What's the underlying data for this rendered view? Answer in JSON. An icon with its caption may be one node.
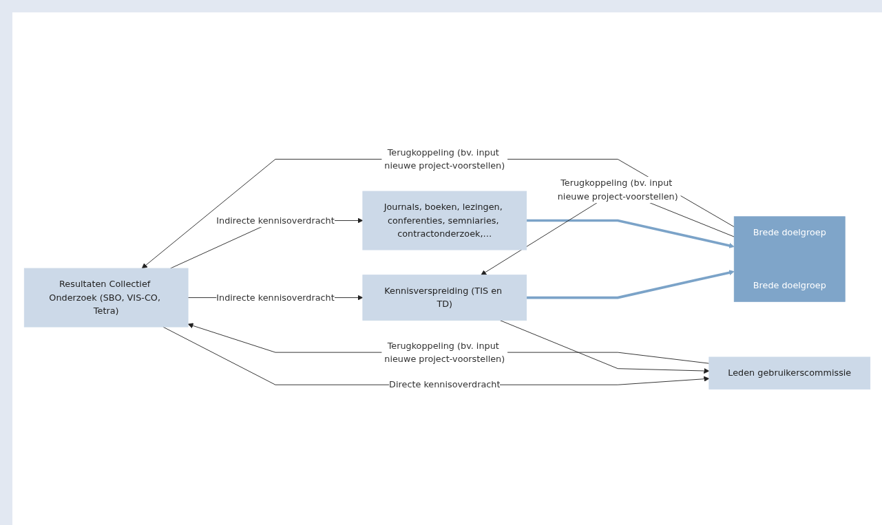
{
  "diagram": {
    "nodes": [
      {
        "text": [
          "Resultaten Collectief Onderzoek (SBO, VIS-CO, Tetra)"
        ]
      },
      {
        "text": [
          "Kennisverspreiding (TIS en TD)"
        ]
      },
      {
        "text": [
          "Leden gebruikerscommissie"
        ]
      },
      {
        "text": [
          "Journals, boeken, lezingen, conferenties, semniaries, contractonderzoek,…"
        ]
      },
      {
        "text": [
          "Brede doelgroep",
          "Brede doelgroep"
        ]
      }
    ],
    "edges": [
      {
        "from": 0,
        "to": 1,
        "arrow": "to",
        "label": "Indirecte kennisoverdracht"
      },
      {
        "from": 0,
        "to": 2,
        "arrow": "to",
        "label": "Directe kennisoverdracht"
      },
      {
        "from": 0,
        "to": 3,
        "arrow": "to",
        "label": "Indirecte kennisoverdracht"
      },
      {
        "from": 1,
        "to": 4,
        "arrow": "to",
        "style": "thick",
        "color": "#7ba3c8"
      },
      {
        "from": 3,
        "to": 4,
        "arrow": "to",
        "style": "thick",
        "color": "#7ba3c8"
      },
      {
        "from": 1,
        "to": 2,
        "arrow": "to"
      },
      {
        "from": 2,
        "to": 0,
        "arrow": "to",
        "label": "Terugkoppeling (bv. input nieuwe project-voorstellen)"
      },
      {
        "from": 4,
        "to": 1,
        "arrow": "to",
        "label": "Terugkoppeling (bv. input nieuwe project-voorstellen)"
      },
      {
        "from": 4,
        "to": 0,
        "arrow": "to",
        "label": "Terugkoppeling (bv. input nieuwe project-voorstellen)"
      }
    ]
  }
}
